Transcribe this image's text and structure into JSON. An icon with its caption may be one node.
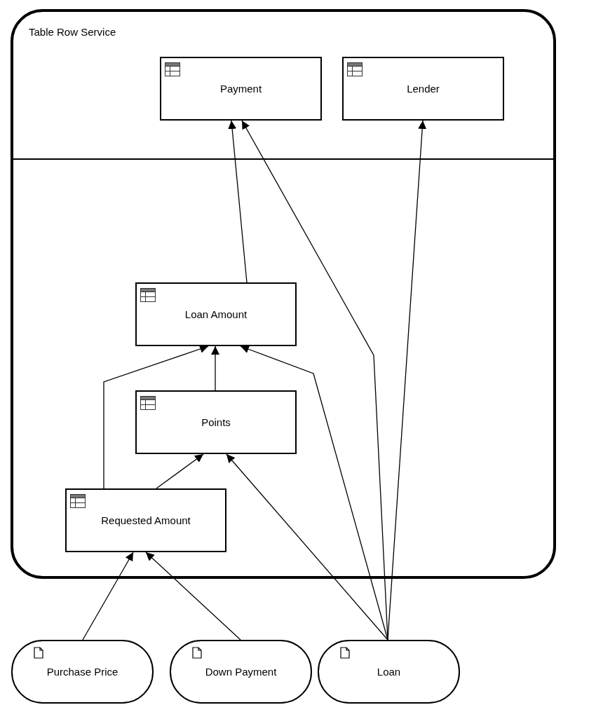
{
  "diagram": {
    "nodes": [
      {
        "text": [
          "Table Row Service"
        ]
      },
      {
        "text": [
          "Payment"
        ],
        "in": 0
      },
      {
        "text": [
          "Lender"
        ],
        "in": 0
      },
      {
        "text": [
          "Loan Amount"
        ],
        "in": 0
      },
      {
        "text": [
          "Points"
        ],
        "in": 0
      },
      {
        "text": [
          "Requested Amount"
        ],
        "in": 0
      },
      {
        "text": [
          "Purchase Price"
        ]
      },
      {
        "text": [
          "Down Payment"
        ]
      },
      {
        "text": [
          "Loan"
        ]
      }
    ],
    "edges": [
      {
        "from": 3,
        "to": 1,
        "arrow": "to"
      },
      {
        "from": 8,
        "to": 1,
        "arrow": "to"
      },
      {
        "from": 8,
        "to": 2,
        "arrow": "to"
      },
      {
        "from": 4,
        "to": 3,
        "arrow": "to"
      },
      {
        "from": 5,
        "to": 3,
        "arrow": "to"
      },
      {
        "from": 8,
        "to": 3,
        "arrow": "to"
      },
      {
        "from": 5,
        "to": 4,
        "arrow": "to"
      },
      {
        "from": 8,
        "to": 4,
        "arrow": "to"
      },
      {
        "from": 6,
        "to": 5,
        "arrow": "to"
      },
      {
        "from": 7,
        "to": 5,
        "arrow": "to"
      }
    ]
  }
}
